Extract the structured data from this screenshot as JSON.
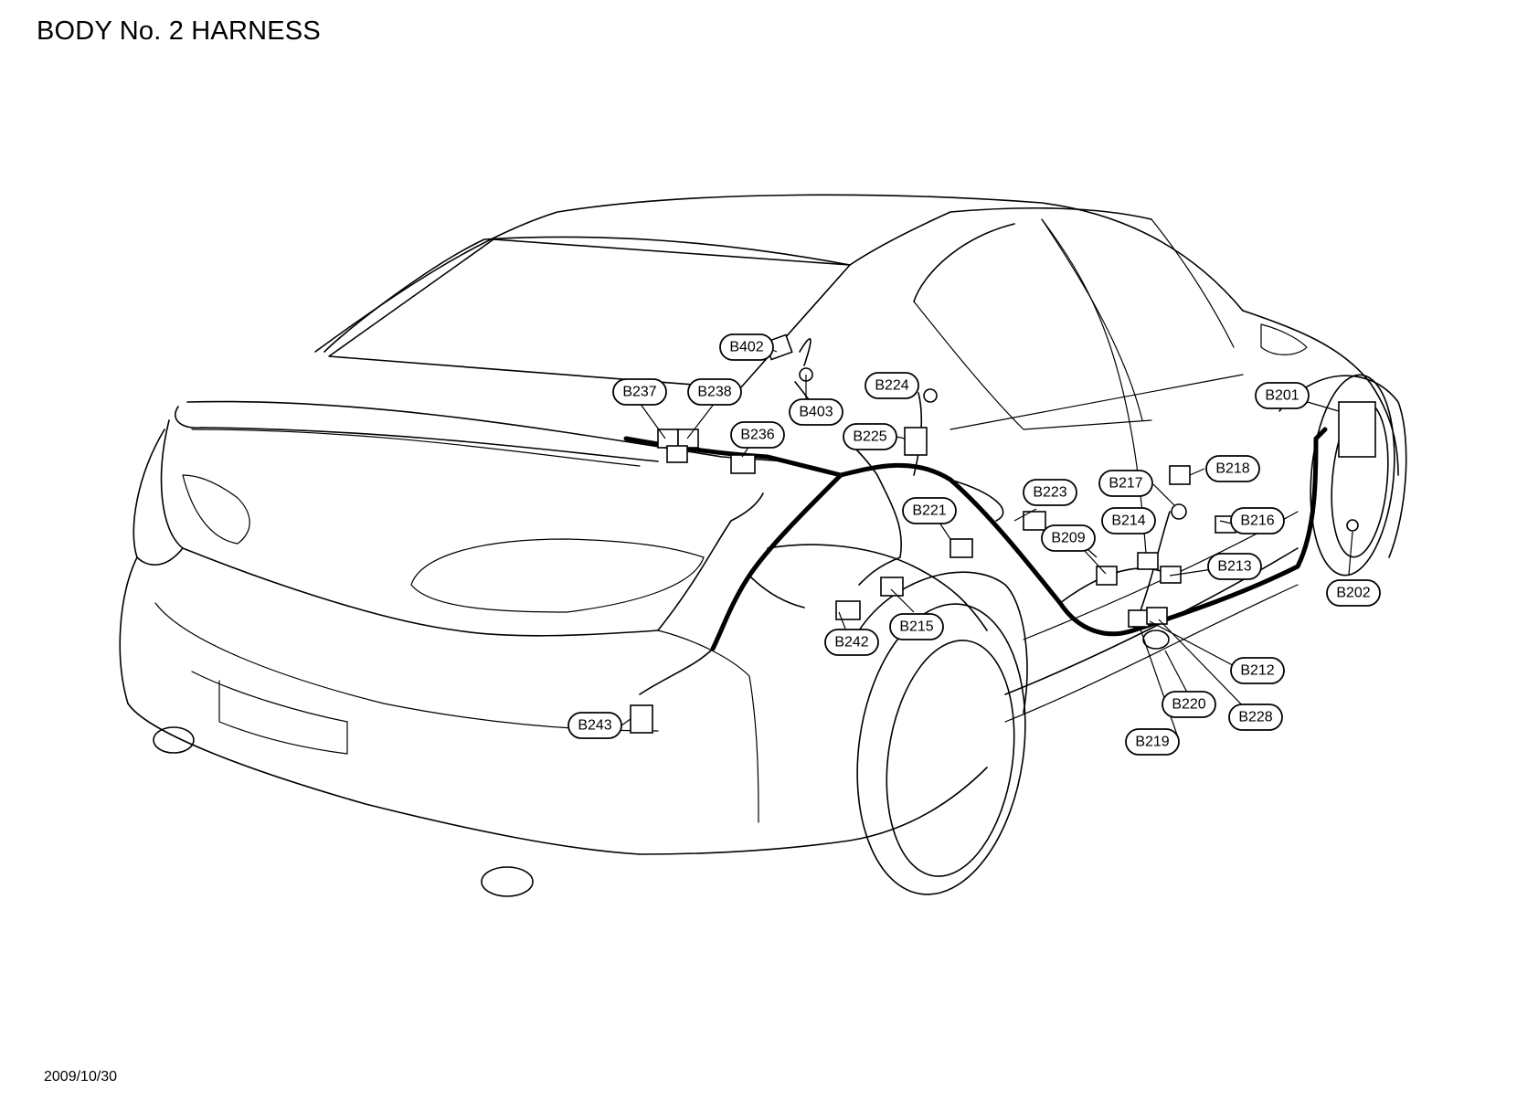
{
  "title": "BODY No. 2 HARNESS",
  "date": "2009/10/30",
  "connectors": [
    {
      "id": "B402",
      "label": "B402"
    },
    {
      "id": "B403",
      "label": "B403"
    },
    {
      "id": "B237",
      "label": "B237"
    },
    {
      "id": "B238",
      "label": "B238"
    },
    {
      "id": "B236",
      "label": "B236"
    },
    {
      "id": "B224",
      "label": "B224"
    },
    {
      "id": "B225",
      "label": "B225"
    },
    {
      "id": "B201",
      "label": "B201"
    },
    {
      "id": "B218",
      "label": "B218"
    },
    {
      "id": "B217",
      "label": "B217"
    },
    {
      "id": "B223",
      "label": "B223"
    },
    {
      "id": "B221",
      "label": "B221"
    },
    {
      "id": "B214",
      "label": "B214"
    },
    {
      "id": "B216",
      "label": "B216"
    },
    {
      "id": "B209",
      "label": "B209"
    },
    {
      "id": "B213",
      "label": "B213"
    },
    {
      "id": "B202",
      "label": "B202"
    },
    {
      "id": "B215",
      "label": "B215"
    },
    {
      "id": "B242",
      "label": "B242"
    },
    {
      "id": "B212",
      "label": "B212"
    },
    {
      "id": "B220",
      "label": "B220"
    },
    {
      "id": "B228",
      "label": "B228"
    },
    {
      "id": "B219",
      "label": "B219"
    },
    {
      "id": "B243",
      "label": "B243"
    }
  ]
}
